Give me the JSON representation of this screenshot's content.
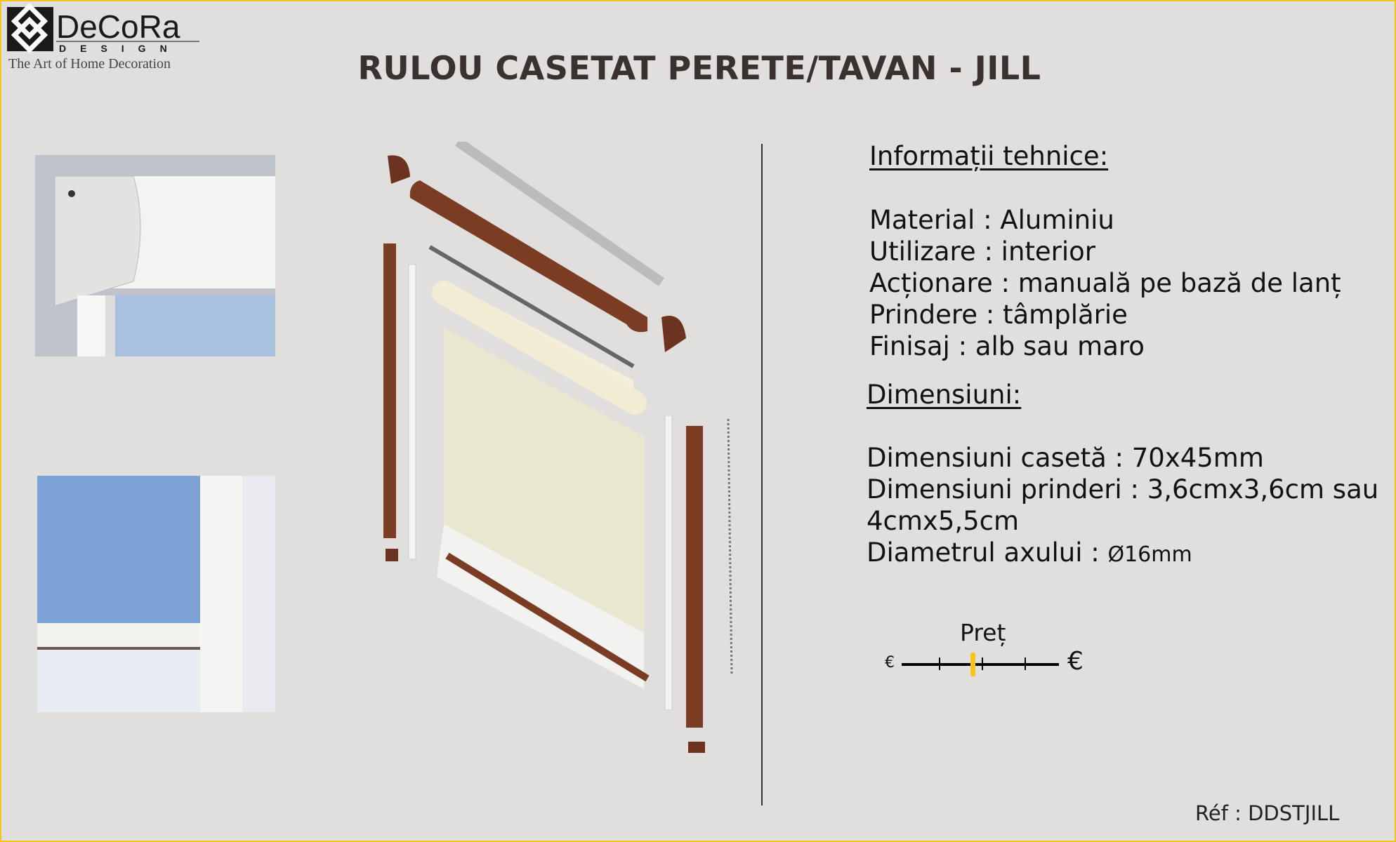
{
  "logo": {
    "brand": "DeCoRa",
    "sub": "DESIGN",
    "tagline": "The Art of Home Decoration"
  },
  "title": "RULOU CASETAT PERETE/TAVAN - JILL",
  "tech": {
    "heading": "Informații tehnice:",
    "lines": [
      "Material : Aluminiu",
      "Utilizare : interior",
      "Acționare : manuală pe bază de lanț",
      "Prindere : tâmplărie",
      "Finisaj : alb sau maro"
    ]
  },
  "dims": {
    "heading": "Dimensiuni:",
    "caseta": "Dimensiuni casetă : 70x45mm",
    "prinderi1": "Dimensiuni prinderi : 3,6cmx3,6cm sau",
    "prinderi2": "4cmx5,5cm",
    "ax_label": "Diametrul axului : ",
    "ax_value": "Ø16mm"
  },
  "price": {
    "label": "Preț",
    "low": "€",
    "high": "€",
    "level": 0.45
  },
  "ref": "Réf : DDSTJILL",
  "colors": {
    "accent": "#f5c518",
    "brown": "#7a3c22"
  }
}
